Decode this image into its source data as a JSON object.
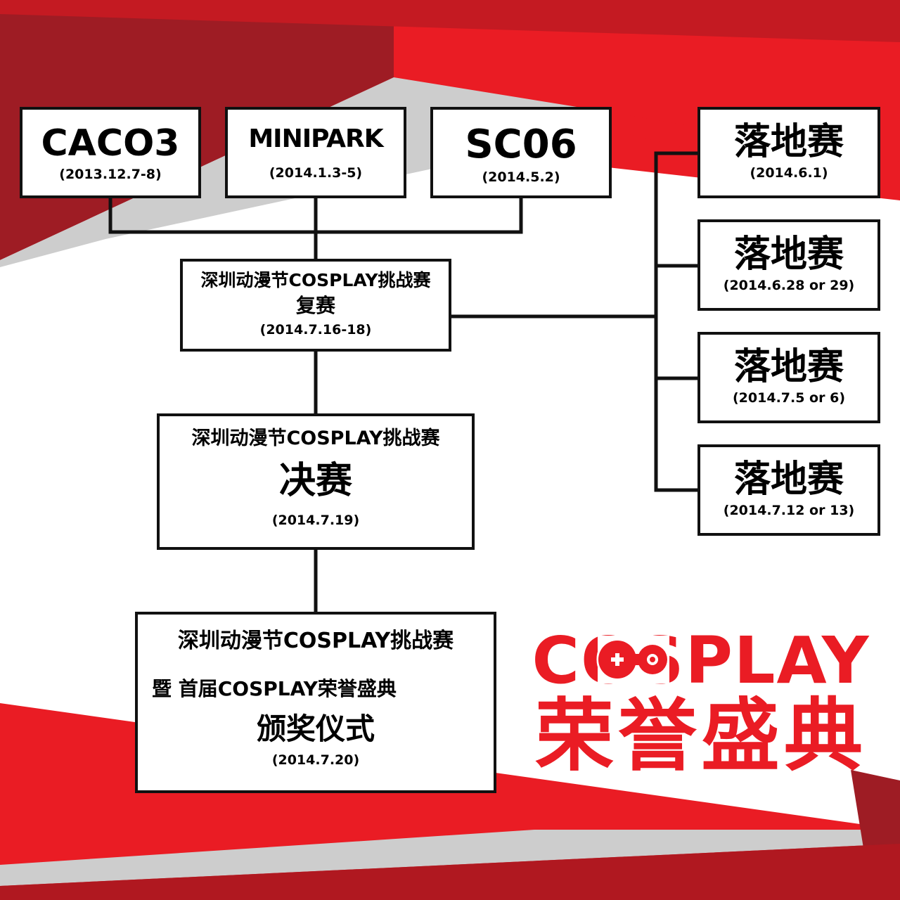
{
  "colors": {
    "red": "#ea1c24",
    "dark_red": "#b01820",
    "gray": "#cdcdcd",
    "line": "#111111",
    "logo": "#ea1c24"
  },
  "nodes": {
    "caco3": {
      "title": "CACO3",
      "date": "(2013.12.7-8)"
    },
    "minipark": {
      "title": "MINIPARK",
      "date": "(2014.1.3-5)"
    },
    "sc06": {
      "title": "SC06",
      "date": "(2014.5.2)"
    },
    "landing": [
      {
        "title": "落地赛",
        "date": "(2014.6.1)"
      },
      {
        "title": "落地赛",
        "date": "(2014.6.28 or 29)"
      },
      {
        "title": "落地赛",
        "date": "(2014.7.5 or 6)"
      },
      {
        "title": "落地赛",
        "date": "(2014.7.12 or 13)"
      }
    ],
    "semifinal": {
      "event": "深圳动漫节COSPLAY挑战赛",
      "stage": "复赛",
      "date": "(2014.7.16-18)"
    },
    "final": {
      "event": "深圳动漫节COSPLAY挑战赛",
      "stage": "决赛",
      "date": "(2014.7.19)"
    },
    "ceremony": {
      "event": "深圳动漫节COSPLAY挑战赛",
      "subtitle": "暨 首届COSPLAY荣誉盛典",
      "stage": "颁奖仪式",
      "date": "(2014.7.20)"
    }
  },
  "logo": {
    "text_en": "COSPLAY",
    "text_zh": "荣誉盛典",
    "icon": "gamepad-icon"
  }
}
